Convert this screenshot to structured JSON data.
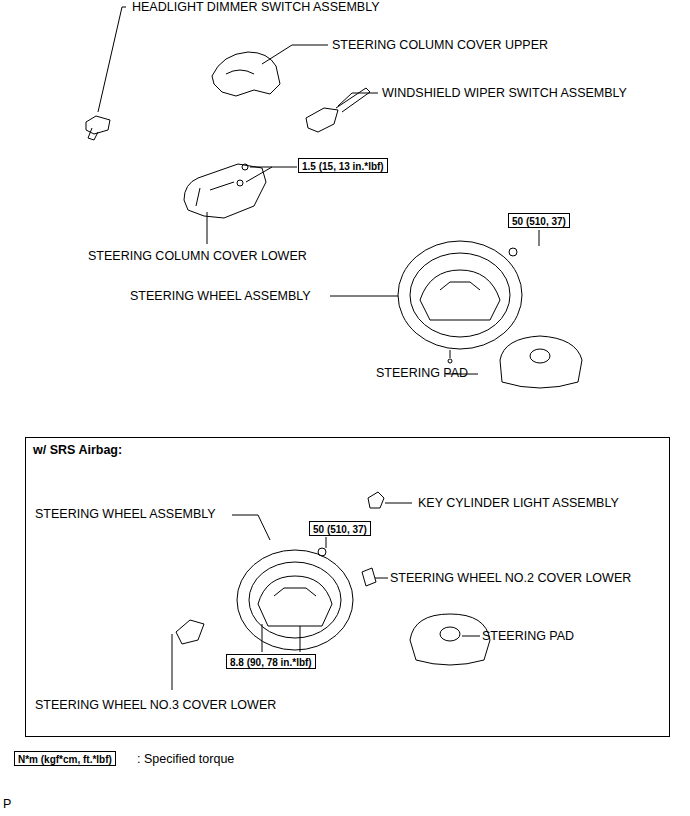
{
  "diagram": {
    "nodes": [
      {
        "text": [
          "1.5 (15, 13 in.*lbf)"
        ]
      },
      {
        "text": [
          "50 (510, 37)"
        ]
      },
      {
        "text": [
          "w/ SRS Airbag:"
        ]
      },
      {
        "text": [
          "50 (510, 37)"
        ],
        "in": 2
      },
      {
        "text": [
          "8.8 (90, 78 in.*lbf)"
        ],
        "in": 2
      },
      {
        "text": [
          "N*m (kgf*cm, ft.*lbf)"
        ]
      }
    ],
    "labels": [
      "HEADLIGHT DIMMER SWITCH ASSEMBLY",
      "STEERING COLUMN COVER UPPER",
      "WINDSHIELD WIPER SWITCH ASSEMBLY",
      "STEERING COLUMN COVER LOWER",
      "STEERING WHEEL ASSEMBLY",
      "STEERING PAD",
      "STEERING WHEEL ASSEMBLY",
      "KEY CYLINDER LIGHT ASSEMBLY",
      "STEERING WHEEL NO.2 COVER LOWER",
      "STEERING PAD",
      "STEERING WHEEL NO.3 COVER LOWER",
      ": Specified torque",
      "P"
    ]
  }
}
